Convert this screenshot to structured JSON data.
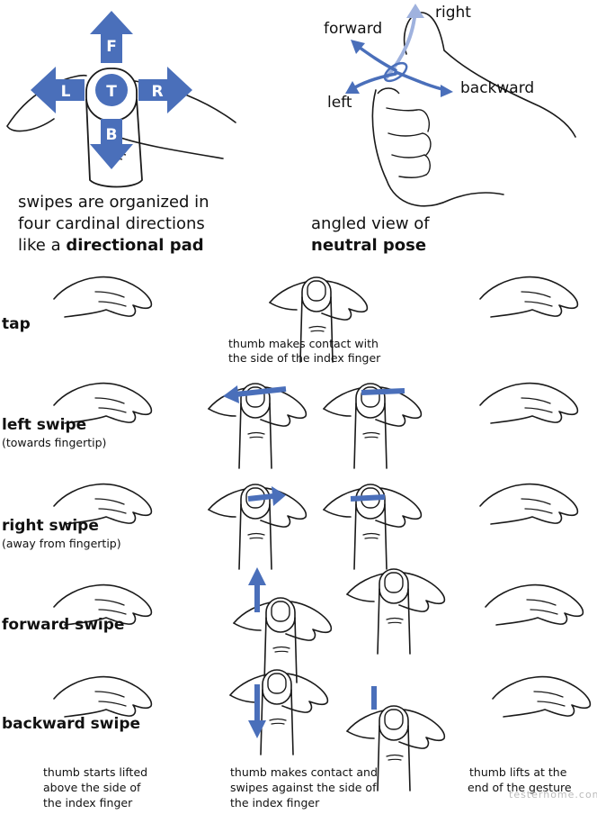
{
  "dpad": {
    "forward_letter": "F",
    "left_letter": "L",
    "right_letter": "R",
    "back_letter": "B",
    "tap_letter": "T",
    "caption_line1": "swipes are organized in",
    "caption_line2": "four cardinal directions",
    "caption_line3_pre": "like a ",
    "caption_line3_bold": "directional pad"
  },
  "neutral": {
    "forward": "forward",
    "right": "right",
    "left": "left",
    "backward": "backward",
    "caption_line1": "angled view of",
    "caption_line2": "neutral pose"
  },
  "rows": [
    {
      "label": "tap",
      "sub": ""
    },
    {
      "label": "left swipe",
      "sub": "(towards fingertip)"
    },
    {
      "label": "right swipe",
      "sub": "(away from fingertip)"
    },
    {
      "label": "forward swipe",
      "sub": ""
    },
    {
      "label": "backward swipe",
      "sub": ""
    }
  ],
  "tap_caption": {
    "line1": "thumb makes contact with",
    "line2": "the side of the index finger"
  },
  "bottom_captions": {
    "start": [
      "thumb starts lifted",
      "above the side of",
      "the index finger"
    ],
    "middle": [
      "thumb makes contact and",
      "swipes against the side of",
      "the index finger"
    ],
    "end": [
      "thumb lifts at the",
      "end of the gesture"
    ]
  },
  "watermark": "testerhome.com",
  "colors": {
    "accent": "#4a6fba",
    "accent_light": "#9fb2de",
    "line": "#1a1a1a"
  }
}
